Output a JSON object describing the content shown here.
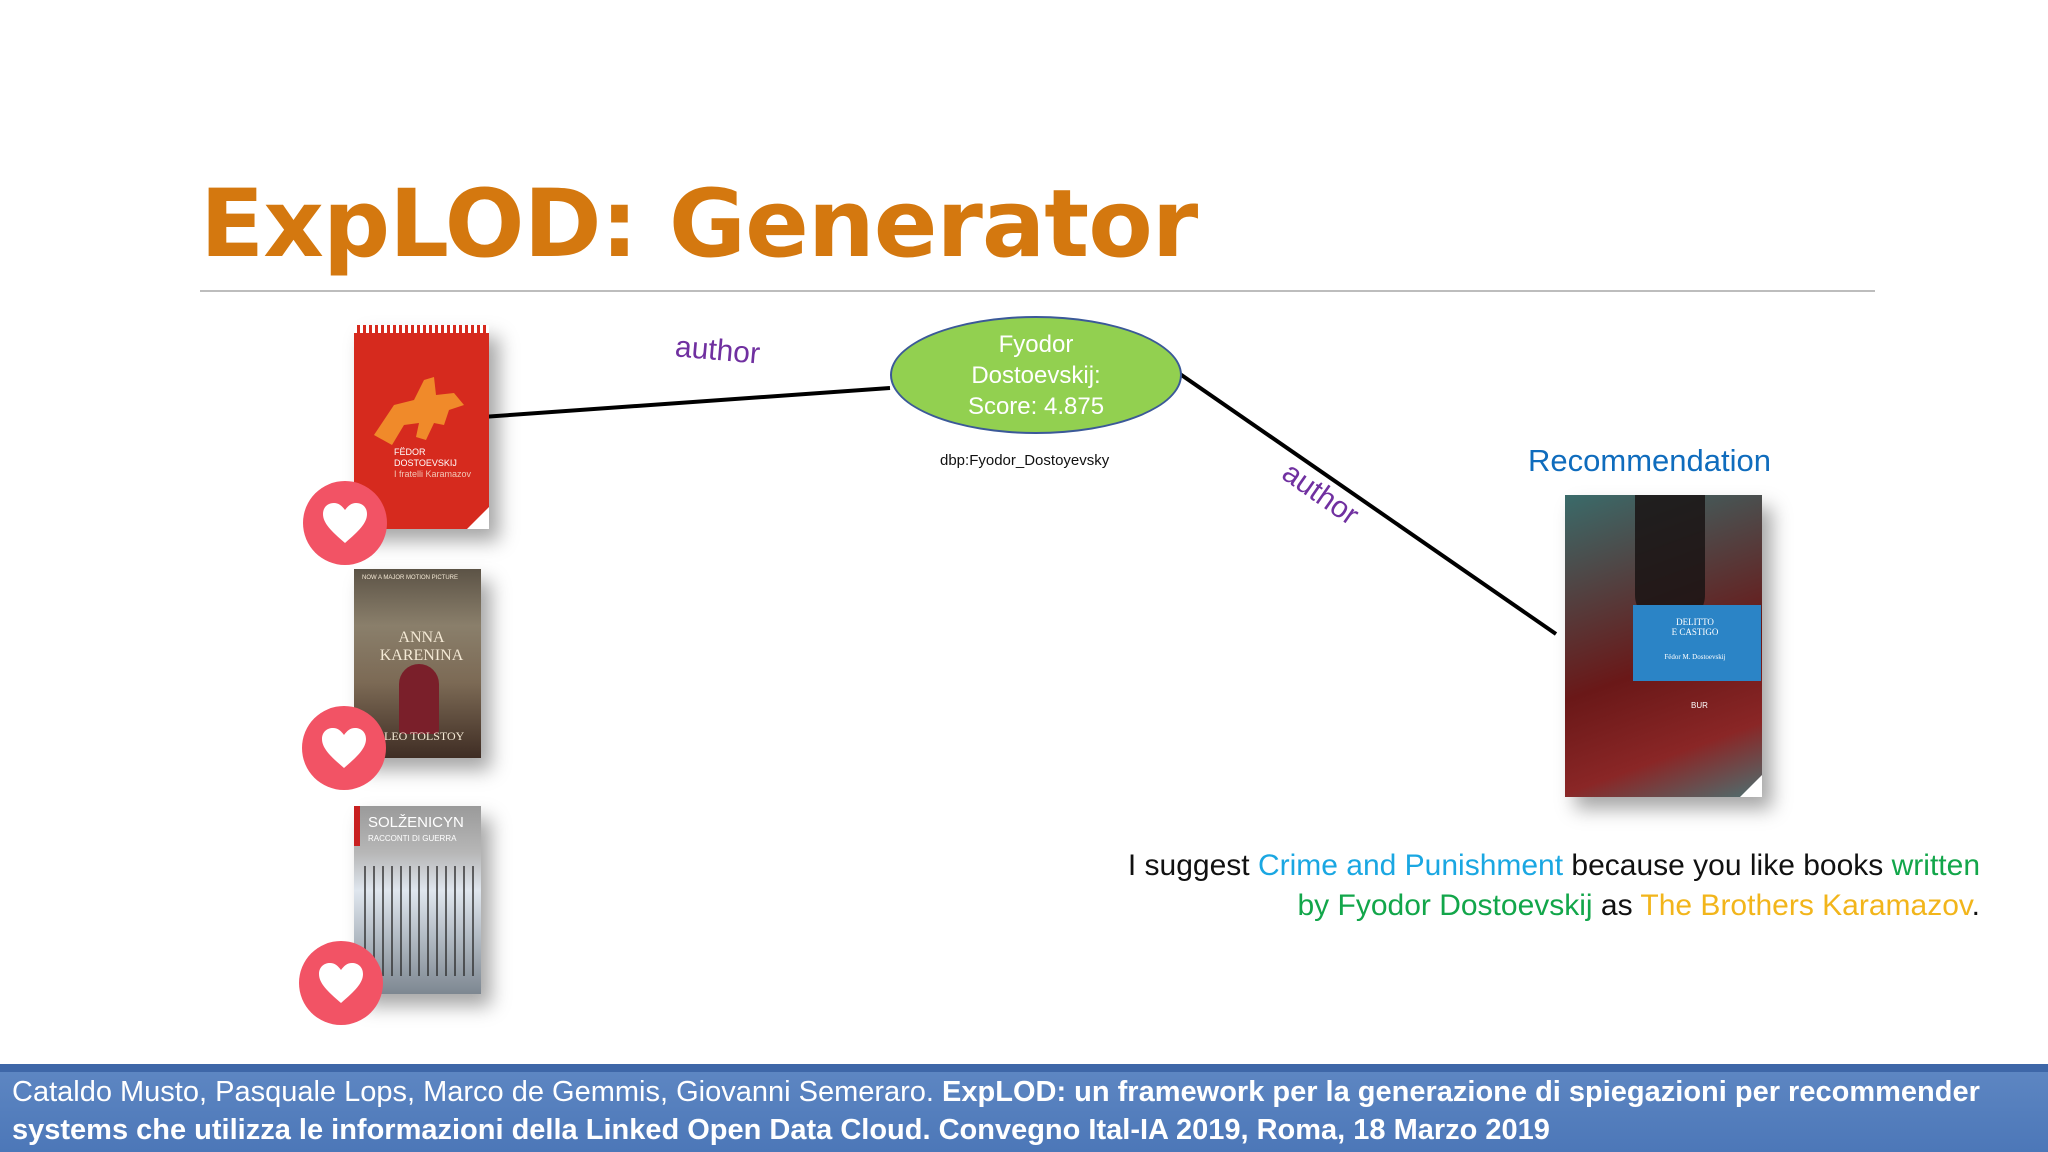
{
  "slide": {
    "title": "ExpLOD: Generator"
  },
  "liked_books": [
    {
      "author": "FËDOR DOSTOEVSKIJ",
      "title": "I fratelli Karamazov"
    },
    {
      "tagline": "NOW A MAJOR MOTION PICTURE",
      "title": "ANNA KARENINA",
      "author": "LEO TOLSTOY"
    },
    {
      "author": "SOLŽENICYN",
      "title": "RACCONTI DI GUERRA"
    }
  ],
  "graph": {
    "node": {
      "line1": "Fyodor",
      "line2": "Dostoevskij:",
      "line3": "Score: 4.875",
      "uri": "dbp:Fyodor_Dostoyevsky"
    },
    "edge_labels": [
      "author",
      "author"
    ],
    "recommendation_label": "Recommendation"
  },
  "recommended_book": {
    "title_line1": "DELITTO",
    "title_line2": "E CASTIGO",
    "author": "Fëdor M. Dostoevskij",
    "publisher": "BUR"
  },
  "explanation": {
    "prefix": "I suggest ",
    "recommended": "Crime and Punishment",
    "middle": " because you like books ",
    "relation": "written by Fyodor Dostoevskij",
    "connector": " as ",
    "liked": "The Brothers Karamazov",
    "end": "."
  },
  "footer": {
    "authors": "Cataldo Musto, Pasquale Lops, Marco de Gemmis, Giovanni Semeraro. ",
    "citation": "ExpLOD: un framework per la generazione di spiegazioni per recommender systems che utilizza le informazioni della Linked Open Data Cloud. Convegno Ital-IA 2019, Roma, 18 Marzo 2019"
  },
  "colors": {
    "title": "#d4780f",
    "node_fill": "#92d050",
    "edge_label": "#7030a0",
    "heart": "#f25365",
    "footer": "#4c77b8"
  },
  "icons": [
    "heart-icon"
  ]
}
